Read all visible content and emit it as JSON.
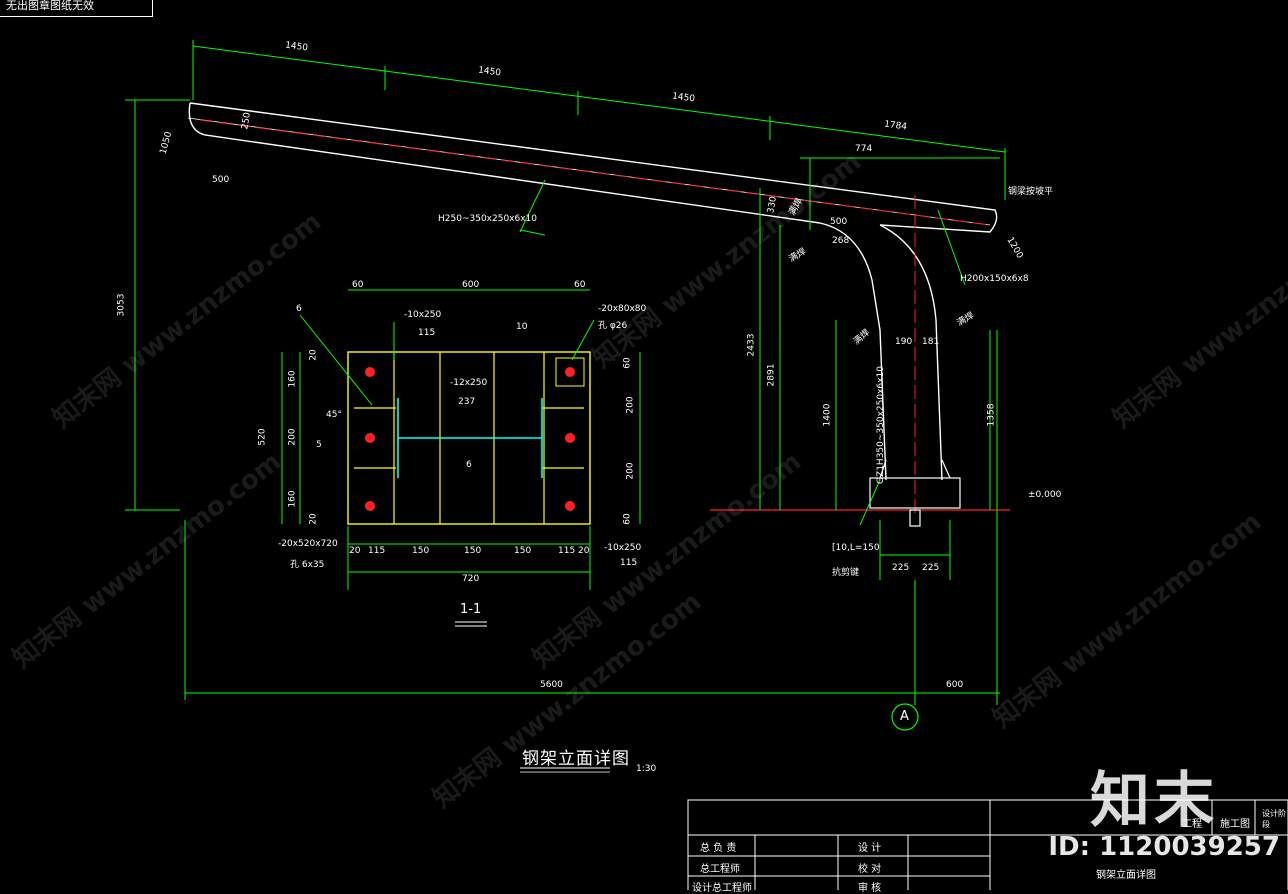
{
  "header_note": "无出图章图纸无效",
  "drawing": {
    "title": "钢架立面详图",
    "scale": "1:30",
    "section_label": "1-1",
    "grid_axis": "A",
    "elevation": "±0.000",
    "beam_spec": "H250~350x250x6x10",
    "rafter_spec": "H200x150x6x8",
    "column_spec": "GZ1H350~350x250x6x10",
    "roof_level_label": "钢梁按坡平",
    "anchor_label": "抗剪键",
    "anchor_spec": "[10,L=150",
    "weld_labels": [
      "满焊",
      "满焊",
      "满焊",
      "满焊"
    ],
    "plate_specs": {
      "stiffener_1": "-10x250",
      "stiffener_2": "-12x250",
      "stiffener_3": "-10x250",
      "base_plate": "-20x520x720",
      "bolt_hole": "孔 6x35",
      "washer": "-20x80x80",
      "washer_hole": "孔 φ26"
    },
    "weld_sizes": [
      "6",
      "10",
      "6",
      "5"
    ],
    "angle_label": "45°"
  },
  "dimensions": {
    "top_chain": [
      "1450",
      "1450",
      "1450",
      "1784"
    ],
    "left_total_height": "3053",
    "total_length": "5600",
    "overhang": "600",
    "base_dims": [
      "225",
      "225"
    ],
    "column_dims": [
      "1400",
      "1358",
      "2433",
      "2891"
    ],
    "plate_width_chain": [
      "20",
      "115",
      "150",
      "150",
      "150",
      "115",
      "20"
    ],
    "plate_total_width": "720",
    "plate_top_chain": [
      "60",
      "600",
      "60"
    ],
    "plate_height_chain": [
      "20",
      "160",
      "200",
      "160",
      "20"
    ],
    "plate_total_height": "520",
    "right_plate_chain": [
      "60",
      "200",
      "200",
      "60"
    ],
    "misc": [
      "500",
      "1050",
      "250",
      "774",
      "500",
      "268",
      "1200",
      "150",
      "190",
      "181",
      "115",
      "237",
      "115",
      "330"
    ]
  },
  "title_block": {
    "rows": [
      {
        "left": "总 负 责",
        "mid": "设 计"
      },
      {
        "left": "总工程师",
        "mid": "校 对"
      },
      {
        "left": "设计总工程师",
        "mid": "审 核"
      }
    ],
    "project_label": "工程",
    "stage_label": "施工图",
    "design_label": "设计阶段",
    "sheet_title": "钢架立面详图"
  },
  "branding": {
    "logo_text": "知末",
    "id_text": "ID: 1120039257",
    "watermark": "知末网 www.znzmo.com"
  },
  "colors": {
    "background": "#000000",
    "dimension": "#00ff00",
    "outline": "#ffffff",
    "plate": "#ffff00",
    "stiffener": "#00ffff",
    "bolt": "#ff0000",
    "leader": "#00ff00"
  }
}
